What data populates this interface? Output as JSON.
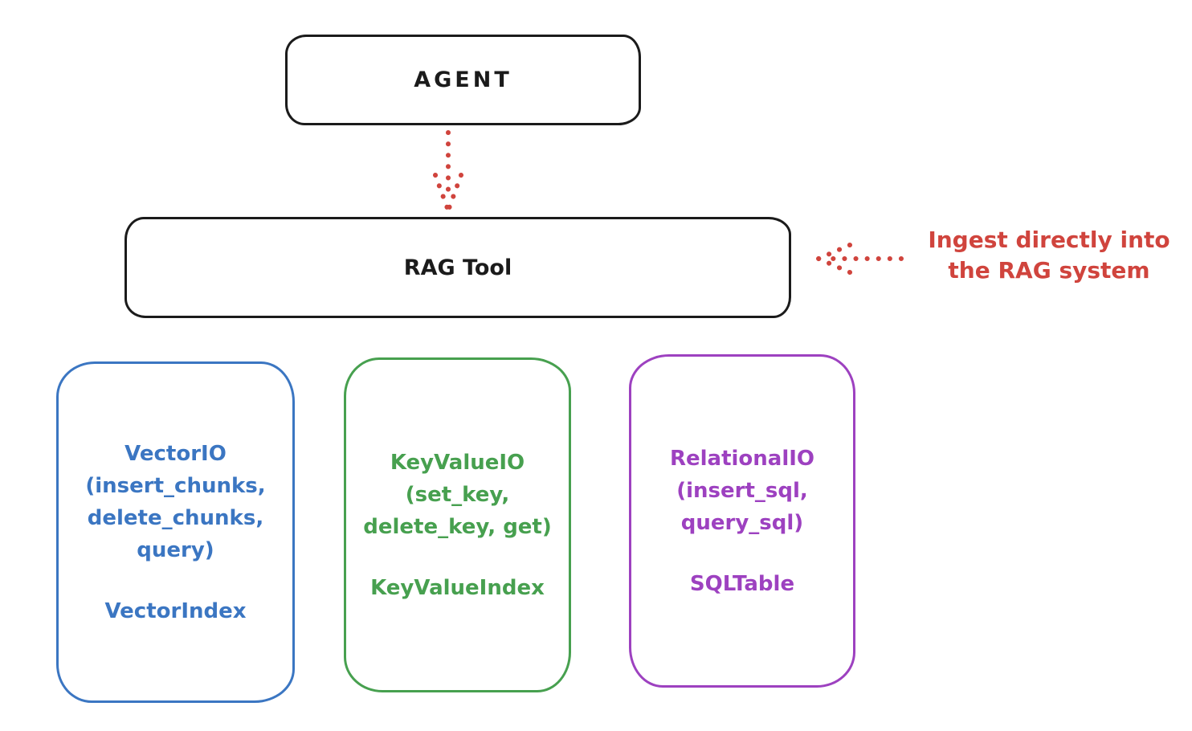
{
  "background": "#ffffff",
  "colors": {
    "stroke_black": "#1b1b1b",
    "accent_red": "#d0443d",
    "accent_blue": "#3b76c2",
    "accent_green": "#47a04f",
    "accent_purple": "#9d41c0"
  },
  "nodes": {
    "agent": {
      "label": "AGENT"
    },
    "rag_tool": {
      "label": "RAG Tool"
    }
  },
  "annotation": {
    "text": "Ingest directly into\nthe RAG system"
  },
  "io_boxes": [
    {
      "title": "VectorIO\n(insert_chunks,\ndelete_chunks,\nquery)",
      "index": "VectorIndex",
      "color": "#3b76c2"
    },
    {
      "title": "KeyValueIO\n(set_key,\ndelete_key, get)",
      "index": "KeyValueIndex",
      "color": "#47a04f"
    },
    {
      "title": "RelationalIO\n(insert_sql,\nquery_sql)",
      "index": "SQLTable",
      "color": "#9d41c0"
    }
  ]
}
